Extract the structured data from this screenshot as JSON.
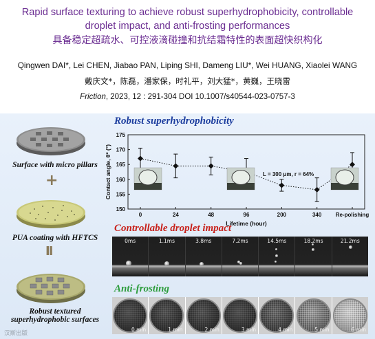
{
  "header": {
    "title_en_line1": "Rapid surface texturing to achieve robust superhydrophobicity, controllable",
    "title_en_line2": "droplet impact, and anti-frosting performances",
    "title_zh": "具备稳定超疏水、可控液滴碰撞和抗结霜特性的表面超快织构化",
    "authors_en": "Qingwen DAI*, Lei CHEN, Jiabao PAN, Liping SHI, Dameng LIU*, Wei HUANG, Xiaolei WANG",
    "authors_zh": "戴庆文*，陈磊，潘家保，时礼平，刘大猛*，黄巍，王晓雷",
    "citation_journal": "Friction",
    "citation_rest": ", 2023, 12 : 291-304  DOI 10.1007/s40544-023-0757-3"
  },
  "left_column": {
    "step1_caption": "Surface with micro pillars",
    "op_plus": "+",
    "step2_caption": "PUA coating with HFTCS",
    "op_equals": "II",
    "step3_caption_line1": "Robust textured",
    "step3_caption_line2": "superhydrophobic surfaces"
  },
  "sections": {
    "robust_title": "Robust superhydrophobicity",
    "impact_title": "Controllable droplet impact",
    "frost_title": "Anti-frosting"
  },
  "chart_data": {
    "type": "line",
    "categories": [
      "0",
      "24",
      "48",
      "96",
      "200",
      "340",
      "Re-polishing"
    ],
    "values": [
      167,
      164.5,
      164.5,
      162.5,
      158,
      156.5,
      165
    ],
    "errors": [
      3.5,
      4,
      3,
      4.5,
      2,
      4,
      4
    ],
    "xlabel": "Lifetime (hour)",
    "ylabel": "Contact angle, θ* (°)",
    "yticks": [
      150,
      155,
      160,
      165,
      170,
      175
    ],
    "ylim": [
      150,
      175
    ],
    "annotation": "L = 300 μm, r = 64%",
    "grid": false,
    "line_style": "dotted",
    "marker": "diamond",
    "color": "#111111"
  },
  "impact": {
    "times": [
      "0ms",
      "1.1ms",
      "3.8ms",
      "7.2ms",
      "14.5ms",
      "18.2ms",
      "21.2ms"
    ]
  },
  "frosting": {
    "times": [
      "0 min",
      "1 min",
      "2 min",
      "3 min",
      "4 min",
      "5 min",
      "6 min"
    ]
  },
  "watermark": "汉斯出版",
  "colors": {
    "title": "#6a2c91",
    "robust": "#1c3d9e",
    "impact": "#c8221c",
    "frost": "#2c9c3c",
    "panel_bg": "#e3edf8"
  }
}
